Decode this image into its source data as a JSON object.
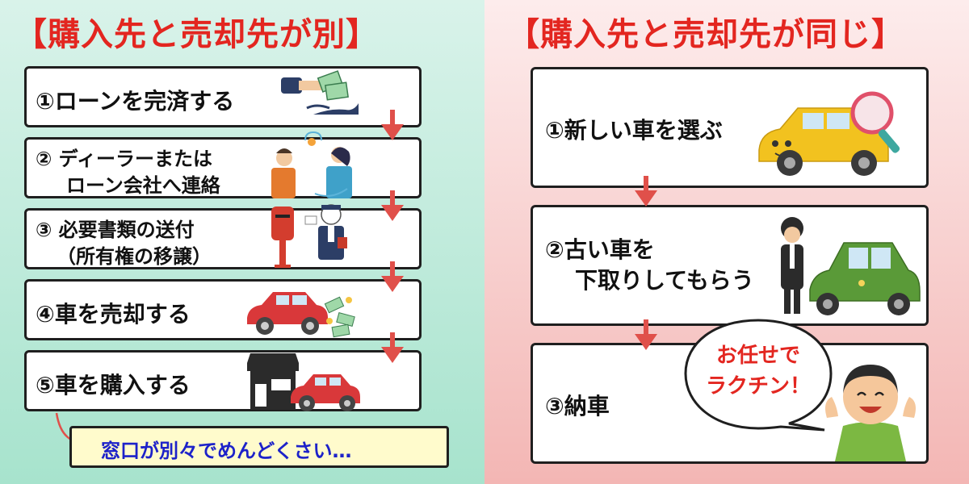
{
  "left": {
    "title": "【購入先と売却先が別】",
    "steps": [
      {
        "line1": "①ローンを完済する",
        "line2": ""
      },
      {
        "line1": "② ディーラーまたは",
        "line2": "ローン会社へ連絡"
      },
      {
        "line1": "③  必要書類の送付",
        "line2": "（所有権の移譲）"
      },
      {
        "line1": "④車を売却する",
        "line2": ""
      },
      {
        "line1": "⑤車を購入する",
        "line2": ""
      }
    ],
    "note": "窓口が別々でめんどくさい…"
  },
  "right": {
    "title": "【購入先と売却先が同じ】",
    "steps": [
      {
        "line1": "①新しい車を選ぶ",
        "line2": ""
      },
      {
        "line1": "②古い車を",
        "line2": "下取りしてもらう"
      },
      {
        "line1": "③納車",
        "line2": ""
      }
    ],
    "bubble": {
      "line1": "お任せで",
      "line2": "ラクチン！"
    }
  },
  "colors": {
    "accent_red": "#e32620",
    "arrow": "#e0504a",
    "left_bg": "#a7e3cd",
    "right_bg": "#f3b6b4",
    "note_bg": "#fffbcc",
    "note_text": "#1d22c9"
  },
  "icons": [
    "money-hand-icon",
    "phone-call-icon",
    "postbox-icon",
    "car-money-icon",
    "shop-car-icon",
    "car-magnifier-icon",
    "staff-car-icon",
    "happy-man-icon",
    "arrow-down-icon",
    "curved-arrow-icon"
  ]
}
